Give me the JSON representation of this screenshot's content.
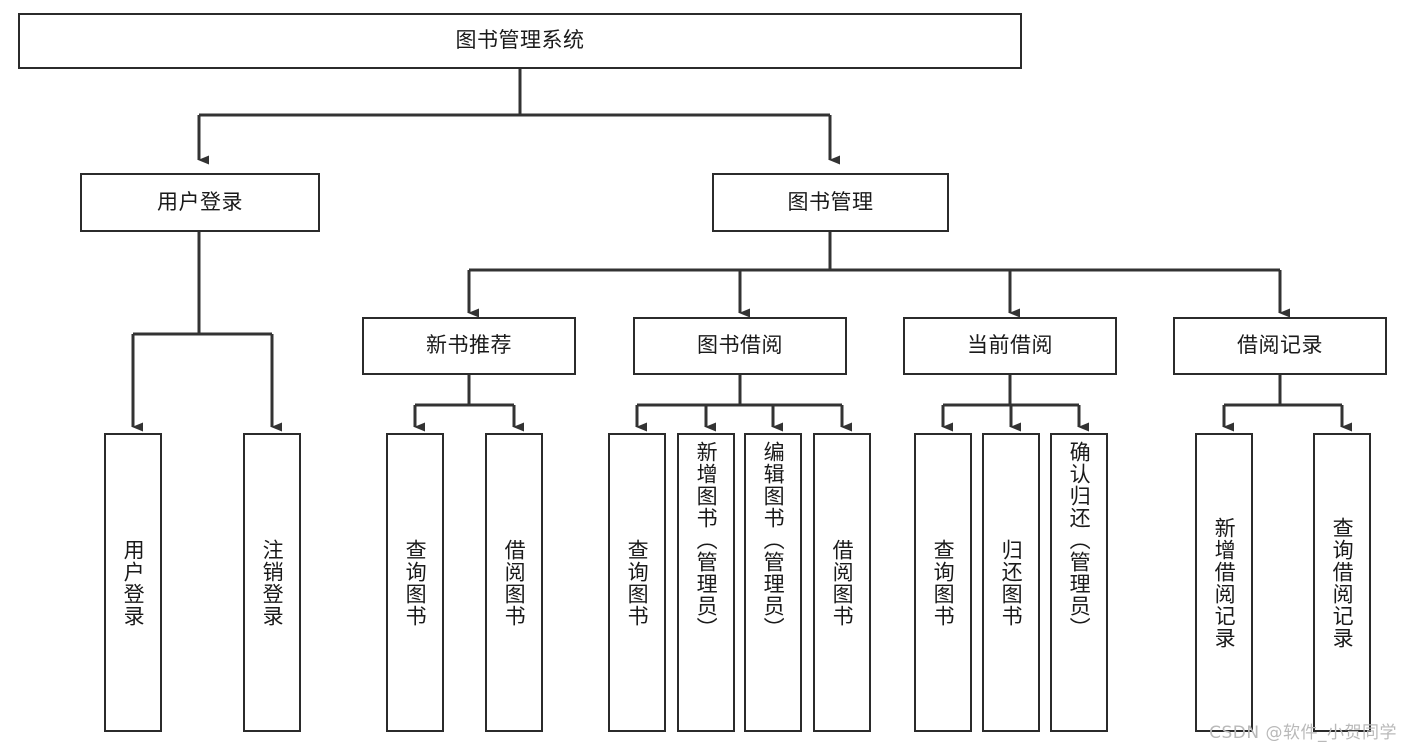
{
  "diagram": {
    "title": "图书管理系统",
    "type": "tree",
    "watermark": "CSDN @软件_小贺同学",
    "colors": {
      "box_border": "#2b2b2b",
      "box_fill": "#ffffff",
      "connector": "#333333",
      "text": "#1a1a1a",
      "watermark": "#b9b9b9",
      "background": "#ffffff"
    },
    "root": {
      "label": "图书管理系统"
    },
    "level2": [
      {
        "label": "用户登录"
      },
      {
        "label": "图书管理"
      }
    ],
    "level3": [
      {
        "label": "新书推荐",
        "parent": "图书管理"
      },
      {
        "label": "图书借阅",
        "parent": "图书管理"
      },
      {
        "label": "当前借阅",
        "parent": "图书管理"
      },
      {
        "label": "借阅记录",
        "parent": "图书管理"
      }
    ],
    "leaves": {
      "user_login": [
        {
          "label": "用户登录"
        },
        {
          "label": "注销登录"
        }
      ],
      "new_book_recommend": [
        {
          "label": "查询图书"
        },
        {
          "label": "借阅图书"
        }
      ],
      "book_borrow": [
        {
          "label": "查询图书"
        },
        {
          "label": "新增图书（管理员）"
        },
        {
          "label": "编辑图书（管理员）"
        },
        {
          "label": "借阅图书"
        }
      ],
      "current_borrow": [
        {
          "label": "查询图书"
        },
        {
          "label": "归还图书"
        },
        {
          "label": "确认归还（管理员）"
        }
      ],
      "borrow_records": [
        {
          "label": "新增借阅记录"
        },
        {
          "label": "查询借阅记录"
        }
      ]
    }
  }
}
